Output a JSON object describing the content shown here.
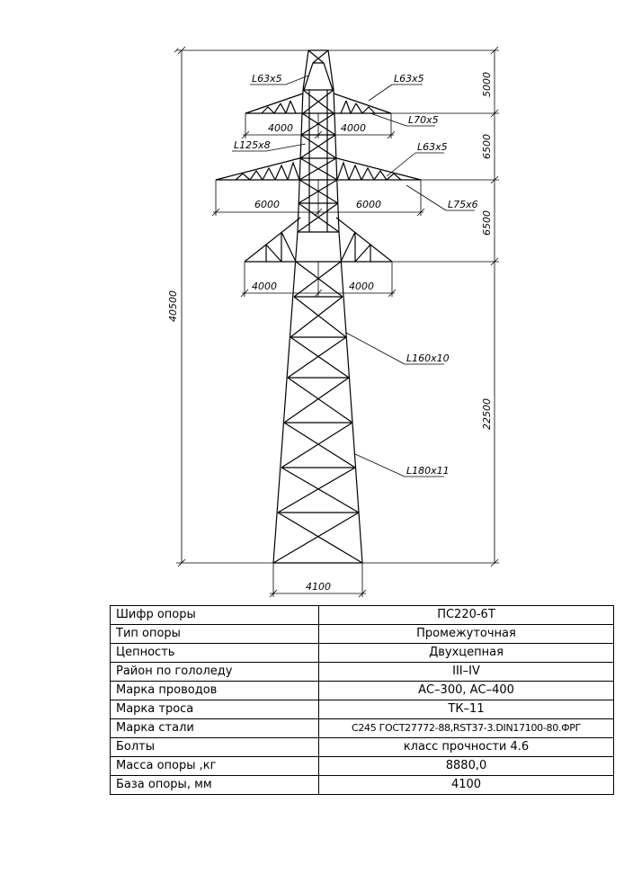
{
  "drawing": {
    "profiles": {
      "top_left": "L63x5",
      "top_right": "L63x5",
      "upper_arm": "L70x5",
      "upper_brace": "L125x8",
      "mid_arm_top": "L63x5",
      "mid_arm_bottom": "L75x6",
      "body_upper": "L160x10",
      "body_lower": "L180x11"
    },
    "dimensions": {
      "upper_left_arm": "4000",
      "upper_right_arm": "4000",
      "middle_left_arm": "6000",
      "middle_right_arm": "6000",
      "lower_left_arm": "4000",
      "lower_right_arm": "4000",
      "total_height": "40500",
      "peak_height": "5000",
      "upper_spacing": "6500",
      "middle_spacing": "6500",
      "lower_height": "22500",
      "base_width": "4100"
    }
  },
  "table": {
    "rows": [
      {
        "label": "Шифр опоры",
        "value": "ПС220-6Т"
      },
      {
        "label": "Тип опоры",
        "value": "Промежуточная"
      },
      {
        "label": "Цепность",
        "value": "Двухцепная"
      },
      {
        "label": "Район по гололеду",
        "value": "III–IV"
      },
      {
        "label": "Марка проводов",
        "value": "АС–300, АС–400"
      },
      {
        "label": "Марка троса",
        "value": "ТК–11"
      },
      {
        "label": "Марка стали",
        "value": "С245 ГОСТ27772-88,RST37-3.DIN17100-80.ФРГ"
      },
      {
        "label": "Болты",
        "value": "класс прочности 4.6"
      },
      {
        "label": "Масса опоры ,кг",
        "value": "8880,0"
      },
      {
        "label": "База опоры, мм",
        "value": "4100"
      }
    ]
  }
}
